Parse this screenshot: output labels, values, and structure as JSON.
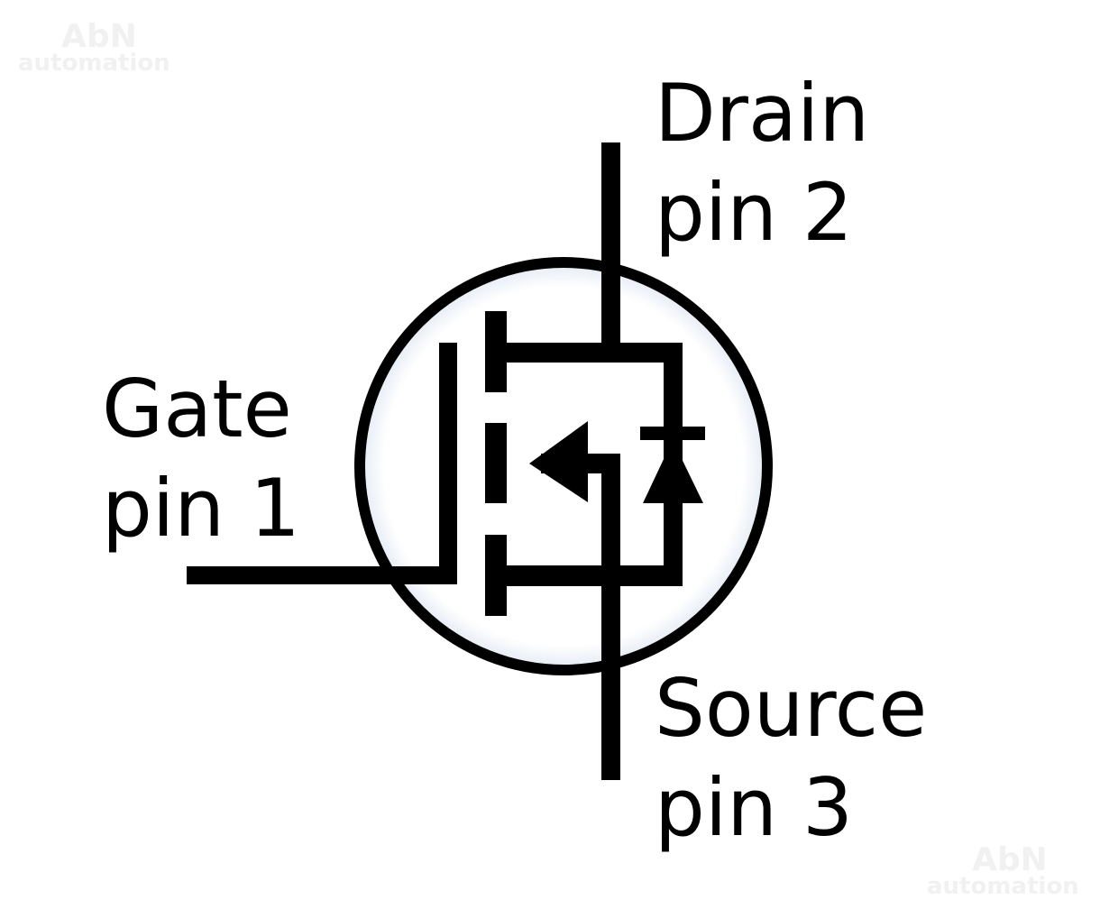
{
  "watermark": {
    "brand": "AbN",
    "sub": "automation"
  },
  "labels": {
    "drain": {
      "name": "Drain",
      "pin": "pin 2"
    },
    "gate": {
      "name": "Gate",
      "pin": "pin 1"
    },
    "source": {
      "name": "Source",
      "pin": "pin 3"
    }
  },
  "colors": {
    "stroke": "#000000",
    "glow": "#dfe7f2"
  }
}
